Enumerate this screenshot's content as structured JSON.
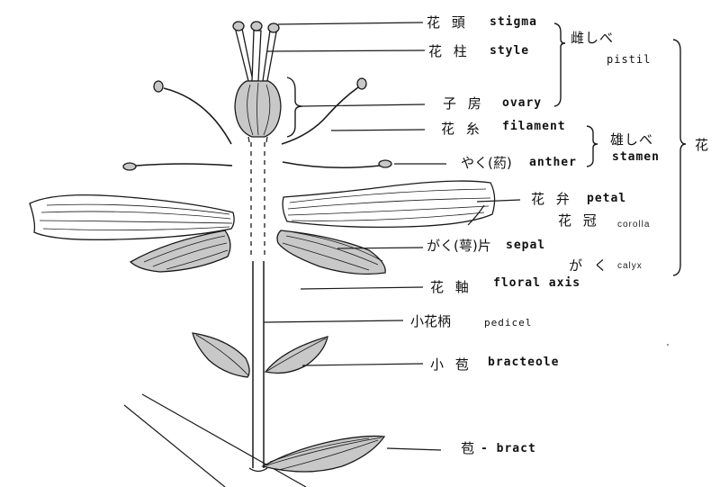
{
  "labels": {
    "stigma": {
      "jp": "花 頭",
      "en": "stigma"
    },
    "style": {
      "jp": "花 柱",
      "en": "style"
    },
    "ovary": {
      "jp": "子 房",
      "en": "ovary"
    },
    "filament": {
      "jp": "花 糸",
      "en": "filament"
    },
    "anther": {
      "jp": "やく(葯)",
      "en": "anther"
    },
    "petal": {
      "jp": "花 弁",
      "en": "petal"
    },
    "corolla": {
      "jp": "花 冠",
      "en": "corolla"
    },
    "sepal": {
      "jp": "がく(萼)片",
      "en": "sepal"
    },
    "calyx": {
      "jp": "が く",
      "en": "calyx"
    },
    "floral_axis": {
      "jp": "花 軸",
      "en": "floral axis"
    },
    "pedicel": {
      "jp": "小花柄",
      "en": "pedicel"
    },
    "bracteole": {
      "jp": "小 苞",
      "en": "bracteole"
    },
    "bract": {
      "jp": "苞",
      "en": "- bract"
    }
  },
  "groups": {
    "pistil": {
      "jp": "雌しべ",
      "en": "pistil"
    },
    "stamen": {
      "jp": "雄しべ",
      "en": "stamen"
    },
    "flower": {
      "jp": "花"
    }
  }
}
